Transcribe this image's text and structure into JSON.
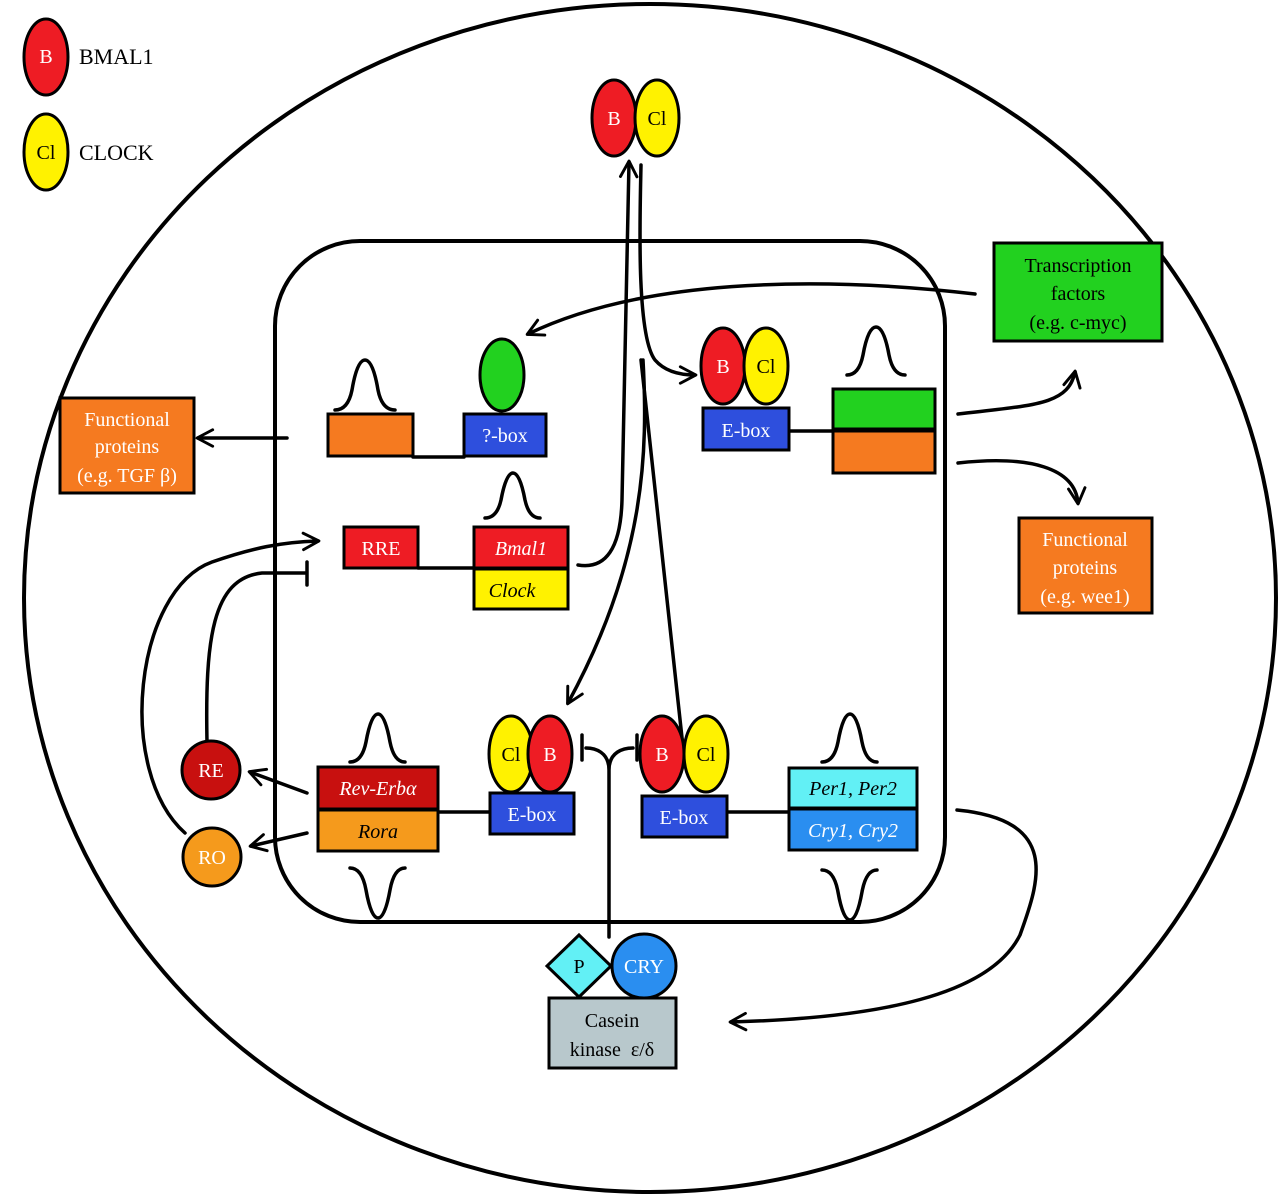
{
  "legend": {
    "bmal1": {
      "symbol": "B",
      "name": "BMAL1"
    },
    "clock": {
      "symbol": "Cl",
      "name": "CLOCK"
    }
  },
  "molecules": {
    "bmal1_symbol": "B",
    "clock_symbol": "Cl",
    "re": "RE",
    "ro": "RO",
    "phospho": "P",
    "cry": "CRY"
  },
  "genes": {
    "unknown_box": "?-box",
    "ebox": "E-box",
    "rre": "RRE",
    "bmal1": "Bmal1",
    "clock": "Clock",
    "rev_erba": "Rev-Erbα",
    "rora": "Rora",
    "per": "Per1, Per2",
    "cry": "Cry1, Cry2"
  },
  "outputs": {
    "functional_left": [
      "Functional",
      "proteins",
      "(e.g. TGF β)"
    ],
    "transcription_factors": [
      "Transcription",
      "factors",
      "(e.g. c-myc)"
    ],
    "functional_right": [
      "Functional",
      "proteins",
      "(e.g. wee1)"
    ],
    "casein_kinase": [
      "Casein",
      "kinase  ε/δ"
    ]
  },
  "colors": {
    "bmal1": "#ee1c24",
    "clock": "#fff200",
    "green": "#22d11f",
    "orange": "#f57a20",
    "blue": "#2e4fdd",
    "dark_red": "#c8100f",
    "amber": "#f59a1c",
    "cyan": "#62f0f5",
    "sky": "#2a8ef0",
    "gray": "#b8c8cc"
  }
}
